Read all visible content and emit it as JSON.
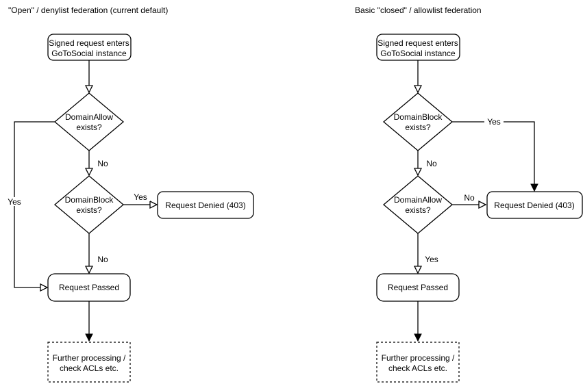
{
  "left": {
    "title": "\"Open\" / denylist federation (current default)",
    "start": {
      "line1": "Signed request enters",
      "line2": "GoToSocial instance"
    },
    "decision1": {
      "line1": "DomainAllow",
      "line2": "exists?",
      "yes_label": "Yes",
      "no_label": "No"
    },
    "decision2": {
      "line1": "DomainBlock",
      "line2": "exists?",
      "yes_label": "Yes",
      "no_label": "No"
    },
    "denied_label": "Request Denied (403)",
    "passed_label": "Request Passed",
    "further": {
      "line1": "Further processing /",
      "line2": "check ACLs etc."
    }
  },
  "right": {
    "title": "Basic \"closed\" / allowlist federation",
    "start": {
      "line1": "Signed request enters",
      "line2": "GoToSocial instance"
    },
    "decision1": {
      "line1": "DomainBlock",
      "line2": "exists?",
      "yes_label": "Yes",
      "no_label": "No"
    },
    "decision2": {
      "line1": "DomainAllow",
      "line2": "exists?",
      "yes_label": "Yes",
      "no_label": "No"
    },
    "denied_label": "Request Denied (403)",
    "passed_label": "Request Passed",
    "further": {
      "line1": "Further processing /",
      "line2": "check ACLs etc."
    }
  },
  "colors": {
    "stroke": "#000000",
    "text": "#000000",
    "background": "#ffffff"
  }
}
